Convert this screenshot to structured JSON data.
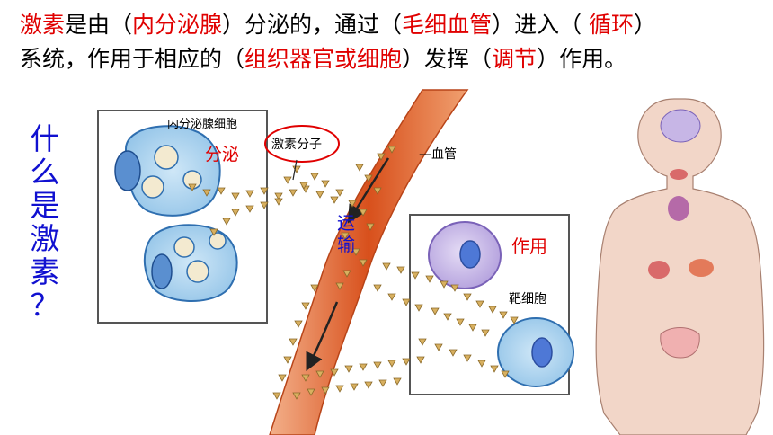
{
  "sentence": {
    "line1": [
      {
        "text": "激素",
        "color": "red"
      },
      {
        "text": "是由（",
        "color": "black"
      },
      {
        "text": "内分泌腺",
        "color": "red"
      },
      {
        "text": "）分泌的，通过（",
        "color": "black"
      },
      {
        "text": "毛细血管",
        "color": "red"
      },
      {
        "text": "）进入（ ",
        "color": "black"
      },
      {
        "text": "循环",
        "color": "red"
      },
      {
        "text": "）",
        "color": "black"
      }
    ],
    "line2": [
      {
        "text": "系统，作用于相应的（",
        "color": "black"
      },
      {
        "text": "组织器官或细胞",
        "color": "red"
      },
      {
        "text": "）发挥（",
        "color": "black"
      },
      {
        "text": "调节",
        "color": "red"
      },
      {
        "text": "）作用。",
        "color": "black"
      }
    ]
  },
  "side_title": [
    "什",
    "么",
    "是",
    "激",
    "素",
    "？"
  ],
  "diagram": {
    "gland_cell_label": "内分泌腺细胞",
    "secrete_label": "分泌",
    "hormone_molecule_label": "激素分子",
    "blood_vessel_label": "—血管",
    "transport_label": [
      "运",
      "输"
    ],
    "act_label": "作用",
    "target_cell_label": "靶细胞"
  },
  "colors": {
    "accent_red": "#e00000",
    "title_blue": "#1010d0",
    "vessel": "#d8501c",
    "hormone": "#d8b060",
    "cell": "#a9d3f0",
    "target_cell": "#c7b6e6",
    "body": "#f2d6c8"
  }
}
